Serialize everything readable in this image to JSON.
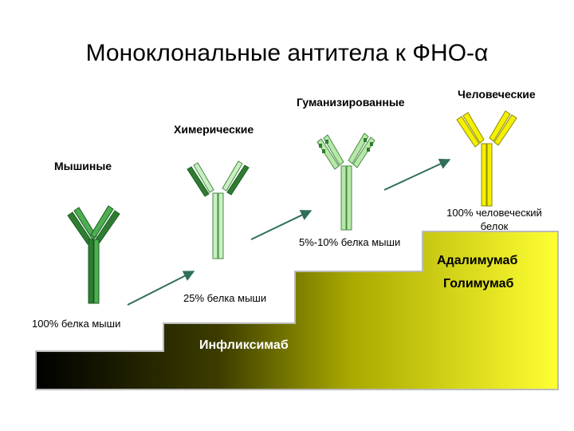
{
  "title": "Моноклональные антитела к ФНО-α",
  "types": {
    "murine": "Мышиные",
    "chimeric": "Химерические",
    "humanized": "Гуманизированные",
    "human": "Человеческие"
  },
  "mouse_protein": {
    "murine": "100% белка мыши",
    "chimeric": "25% белка мыши",
    "humanized": "5%-10% белка мыши",
    "human_line1": "100% человеческий",
    "human_line2": "белок"
  },
  "drugs": {
    "infliximab": "Инфликсимаб",
    "adalimumab": "Адалимумаб",
    "golimumab": "Голимумаб"
  },
  "colors": {
    "murine_green": "#2e7d32",
    "chimeric_light": "#c8f0c0",
    "humanized_light": "#b8e8a8",
    "human_yellow": "#f5f000",
    "step_dark": "#000000",
    "step_yellow": "#ffff33",
    "arrow": "#2f6e5a"
  }
}
